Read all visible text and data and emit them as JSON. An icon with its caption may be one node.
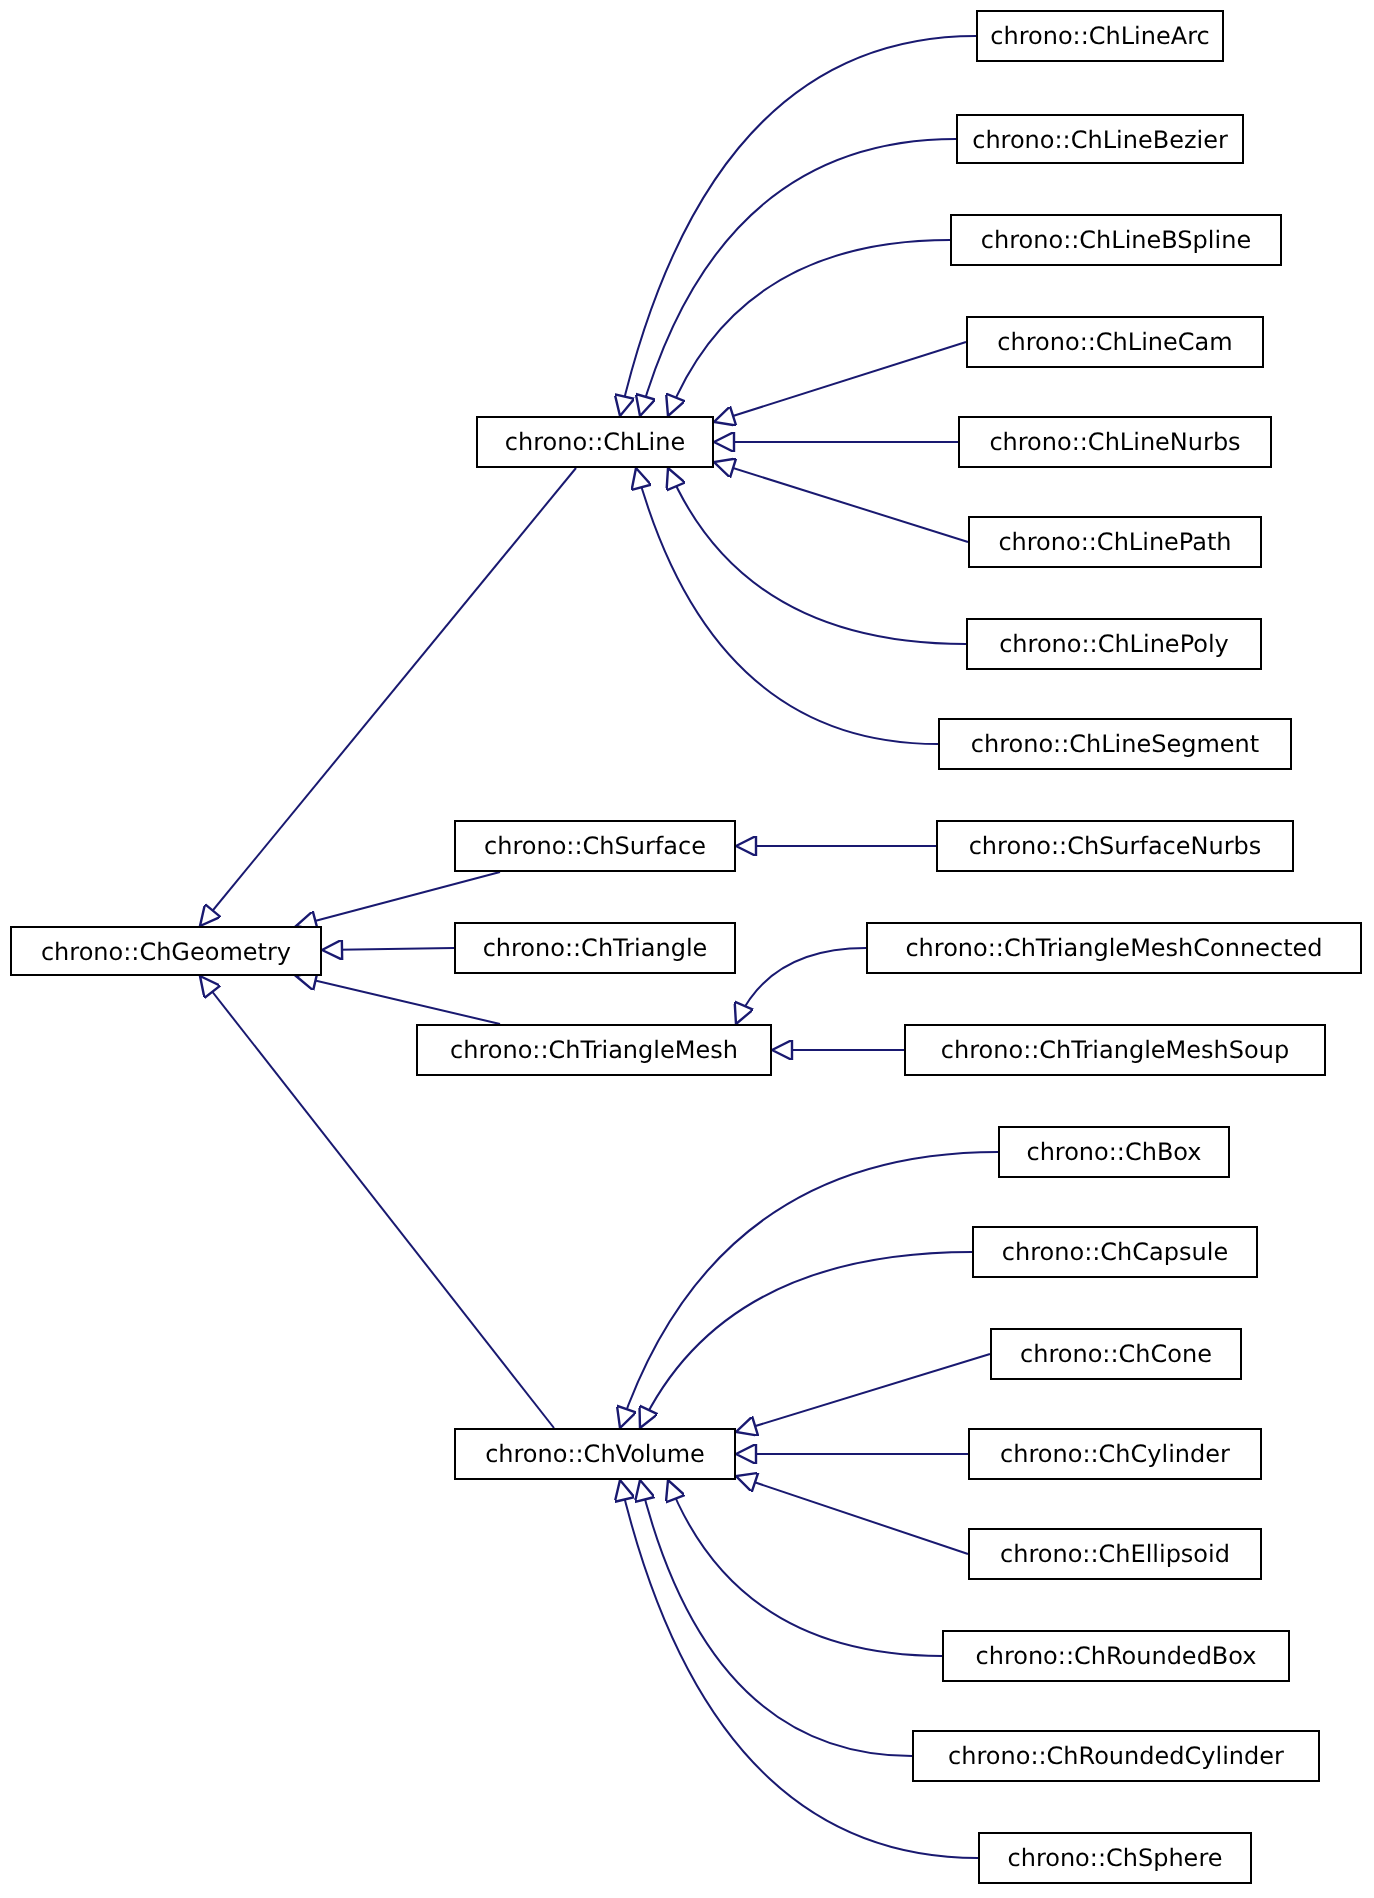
{
  "diagram": {
    "nodes": [
      {
        "text": [
          "chrono::ChGeometry"
        ]
      },
      {
        "text": [
          "chrono::ChLine"
        ]
      },
      {
        "text": [
          "chrono::ChLineArc"
        ]
      },
      {
        "text": [
          "chrono::ChLineBezier"
        ]
      },
      {
        "text": [
          "chrono::ChLineBSpline"
        ]
      },
      {
        "text": [
          "chrono::ChLineCam"
        ]
      },
      {
        "text": [
          "chrono::ChLineNurbs"
        ]
      },
      {
        "text": [
          "chrono::ChLinePath"
        ]
      },
      {
        "text": [
          "chrono::ChLinePoly"
        ]
      },
      {
        "text": [
          "chrono::ChLineSegment"
        ]
      },
      {
        "text": [
          "chrono::ChSurface"
        ]
      },
      {
        "text": [
          "chrono::ChSurfaceNurbs"
        ]
      },
      {
        "text": [
          "chrono::ChTriangle"
        ]
      },
      {
        "text": [
          "chrono::ChTriangleMesh"
        ]
      },
      {
        "text": [
          "chrono::ChTriangleMeshConnected"
        ]
      },
      {
        "text": [
          "chrono::ChTriangleMeshSoup"
        ]
      },
      {
        "text": [
          "chrono::ChVolume"
        ]
      },
      {
        "text": [
          "chrono::ChBox"
        ]
      },
      {
        "text": [
          "chrono::ChCapsule"
        ]
      },
      {
        "text": [
          "chrono::ChCone"
        ]
      },
      {
        "text": [
          "chrono::ChCylinder"
        ]
      },
      {
        "text": [
          "chrono::ChEllipsoid"
        ]
      },
      {
        "text": [
          "chrono::ChRoundedBox"
        ]
      },
      {
        "text": [
          "chrono::ChRoundedCylinder"
        ]
      },
      {
        "text": [
          "chrono::ChSphere"
        ]
      }
    ],
    "edges": [
      {
        "from": 1,
        "to": 0,
        "arrow": "to"
      },
      {
        "from": 2,
        "to": 1,
        "arrow": "to"
      },
      {
        "from": 3,
        "to": 1,
        "arrow": "to"
      },
      {
        "from": 4,
        "to": 1,
        "arrow": "to"
      },
      {
        "from": 5,
        "to": 1,
        "arrow": "to"
      },
      {
        "from": 6,
        "to": 1,
        "arrow": "to"
      },
      {
        "from": 7,
        "to": 1,
        "arrow": "to"
      },
      {
        "from": 8,
        "to": 1,
        "arrow": "to"
      },
      {
        "from": 9,
        "to": 1,
        "arrow": "to"
      },
      {
        "from": 10,
        "to": 0,
        "arrow": "to"
      },
      {
        "from": 11,
        "to": 10,
        "arrow": "to"
      },
      {
        "from": 12,
        "to": 0,
        "arrow": "to"
      },
      {
        "from": 13,
        "to": 0,
        "arrow": "to"
      },
      {
        "from": 14,
        "to": 13,
        "arrow": "to"
      },
      {
        "from": 15,
        "to": 13,
        "arrow": "to"
      },
      {
        "from": 16,
        "to": 0,
        "arrow": "to"
      },
      {
        "from": 17,
        "to": 16,
        "arrow": "to"
      },
      {
        "from": 18,
        "to": 16,
        "arrow": "to"
      },
      {
        "from": 19,
        "to": 16,
        "arrow": "to"
      },
      {
        "from": 20,
        "to": 16,
        "arrow": "to"
      },
      {
        "from": 21,
        "to": 16,
        "arrow": "to"
      },
      {
        "from": 22,
        "to": 16,
        "arrow": "to"
      },
      {
        "from": 23,
        "to": 16,
        "arrow": "to"
      },
      {
        "from": 24,
        "to": 16,
        "arrow": "to"
      }
    ]
  }
}
